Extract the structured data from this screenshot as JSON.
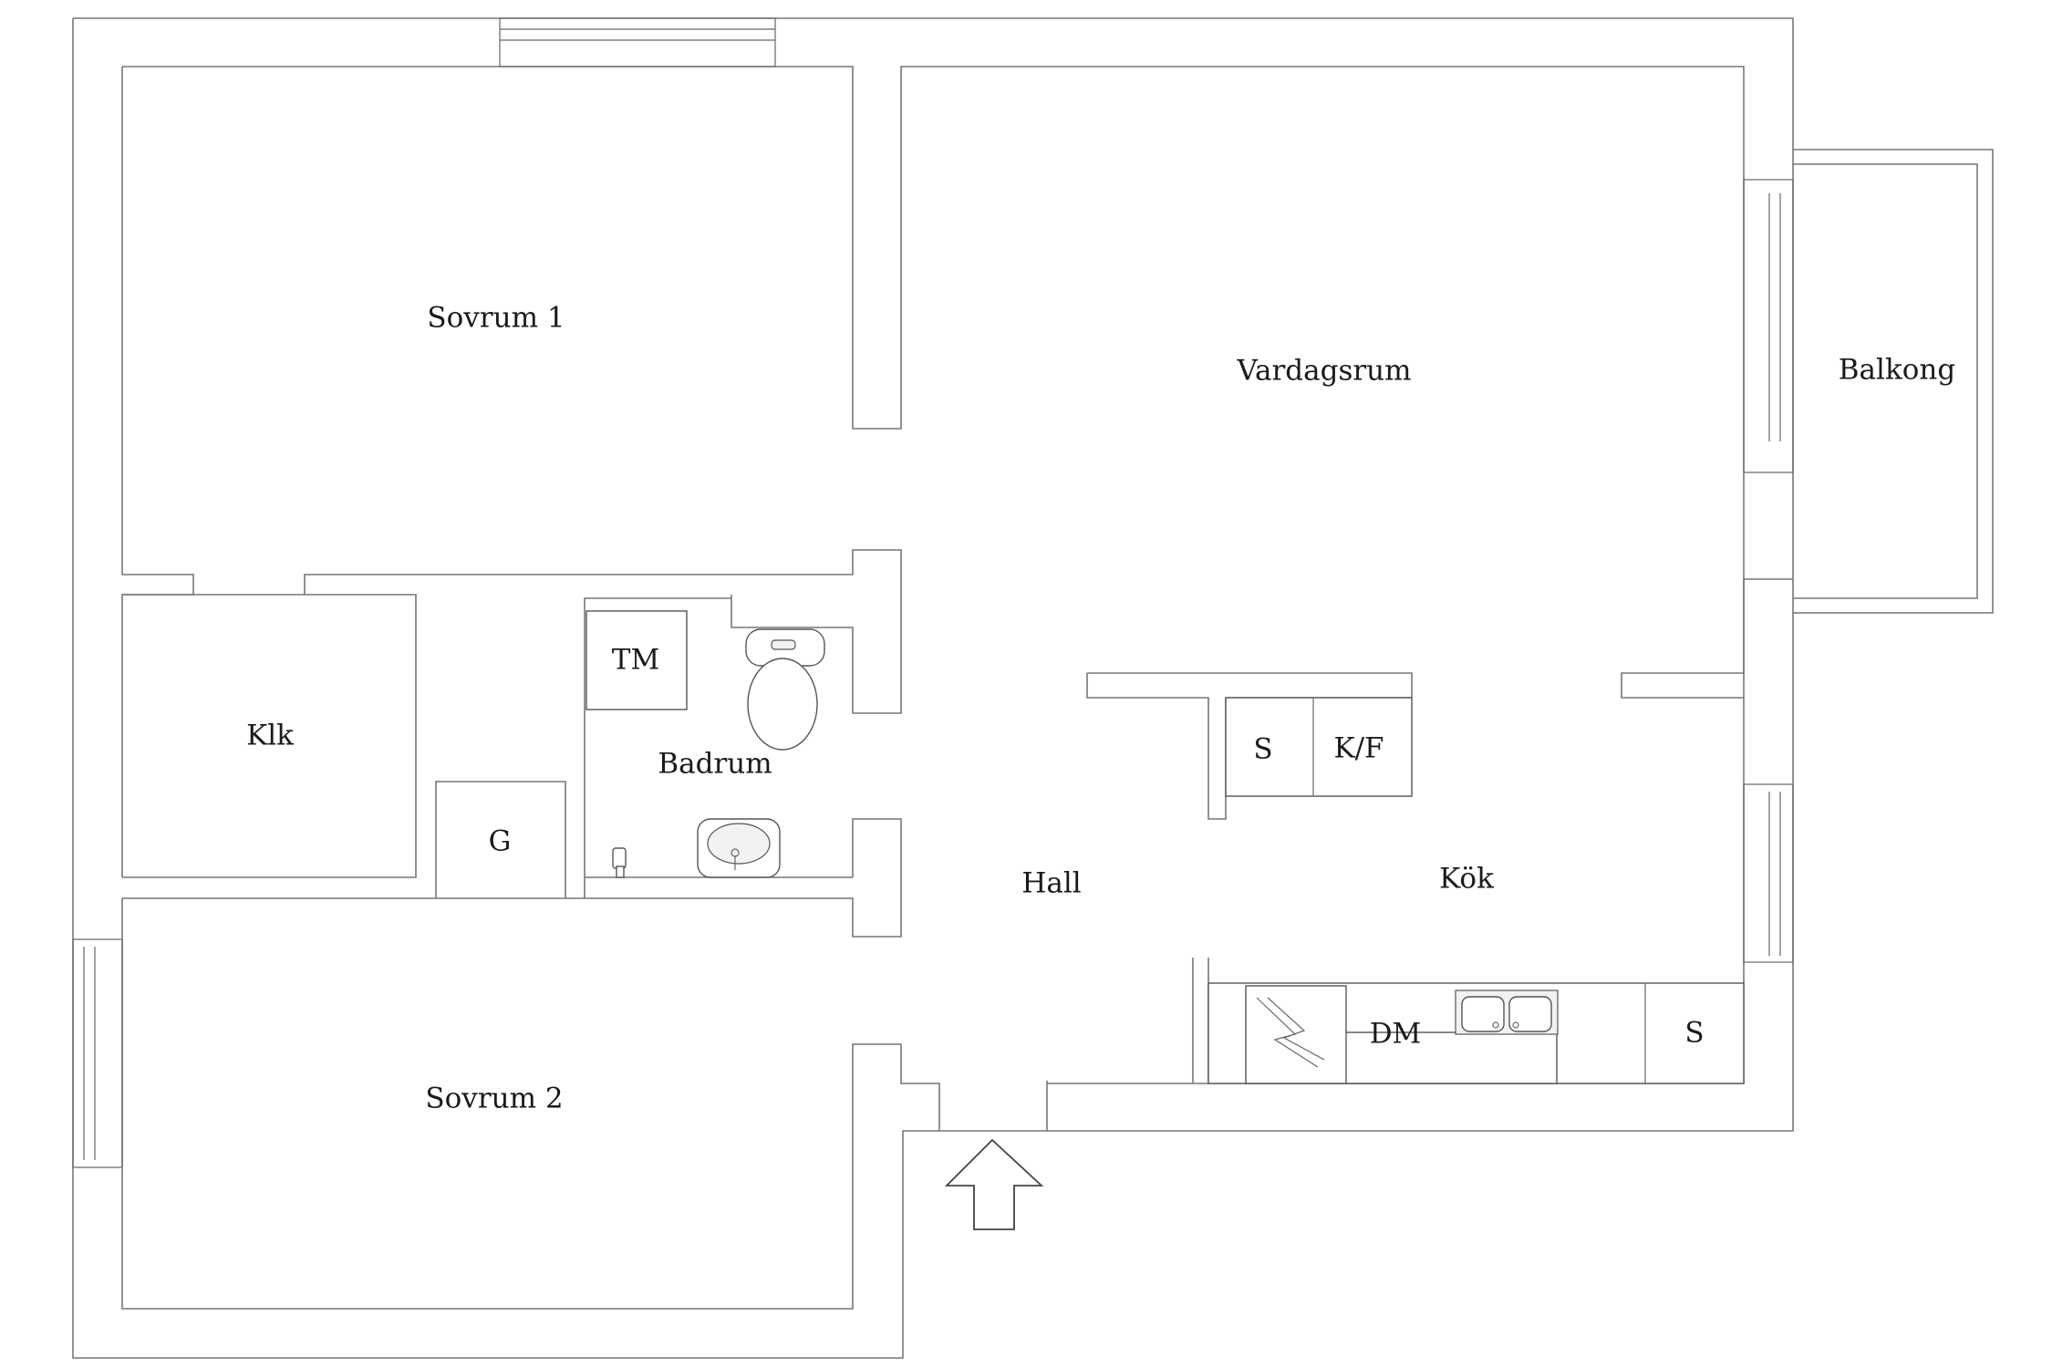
{
  "rooms": {
    "sovrum1": "Sovrum 1",
    "vardagsrum": "Vardagsrum",
    "balkong": "Balkong",
    "klk": "Klk",
    "tm": "TM",
    "badrum": "Badrum",
    "g": "G",
    "hall": "Hall",
    "kok": "Kök",
    "s_upper": "S",
    "kf": "K/F",
    "dm": "DM",
    "s_lower": "S",
    "sovrum2": "Sovrum 2"
  },
  "icons": {
    "entrance": "entrance-arrow-icon",
    "toilet": "toilet-icon",
    "washbasin": "washbasin-icon",
    "sink": "double-sink-icon",
    "stove": "stove-icon",
    "tap": "tap-icon"
  },
  "colors": {
    "wall": "#777777",
    "background": "#ffffff",
    "label": "#1a1a1a"
  }
}
